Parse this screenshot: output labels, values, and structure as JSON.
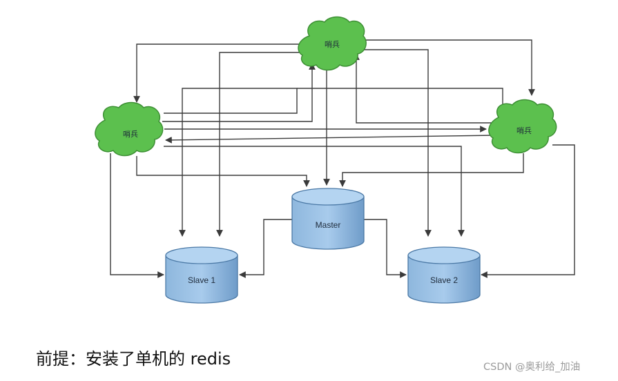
{
  "nodes": {
    "sentinel_top": "哨兵",
    "sentinel_left": "哨兵",
    "sentinel_right": "哨兵",
    "master": "Master",
    "slave1": "Slave 1",
    "slave2": "Slave 2"
  },
  "caption": "前提：安装了单机的 redis",
  "watermark": "CSDN @奥利给_加油",
  "colors": {
    "sentinel_fill": "#5cc04e",
    "sentinel_stroke": "#3d8f34",
    "db_fill": "#86b3dc",
    "db_top": "#a9cdee",
    "db_stroke": "#4a78a5",
    "line": "#3a3a3a"
  }
}
